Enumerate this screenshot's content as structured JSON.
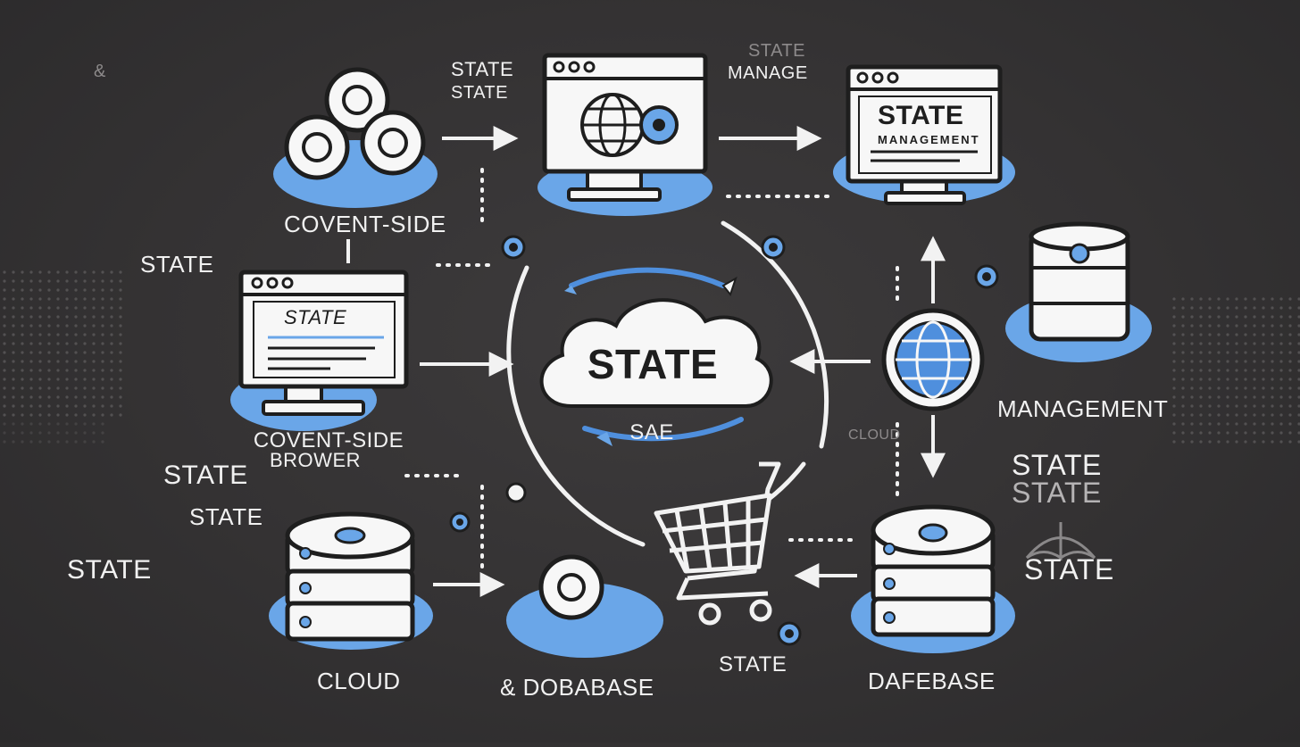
{
  "colors": {
    "background": "#343233",
    "accent_blue": "#6aa6e8",
    "ring_blue": "#5b9be0",
    "icon_outline": "#1e1e1e",
    "icon_fill": "#f4f4f4",
    "line": "#f2f2f2"
  },
  "labels": {
    "top_left_faint": "&",
    "client_side_top": "COVENT-SIDE",
    "state_arrow_line1": "STATE",
    "state_arrow_line2": "STATE",
    "state_manage_faint": "STATE",
    "manage": "MANAGE",
    "left_state": "STATE",
    "client_side_browser_line1": "COVENT-SIDE",
    "client_side_browser_line2": "BROWER",
    "left_state_2": "STATE",
    "left_state_3": "STATE",
    "left_state_4": "STATE",
    "cloud": "CLOUD",
    "database_bottom": "& DOBABASE",
    "state_bottom": "STATE",
    "database_right": "DAFEBASE",
    "management": "MANAGEMENT",
    "right_state_1": "STATE",
    "right_state_2": "STATE",
    "right_state_3": "STATE",
    "cloud_faint": "CLOUD"
  },
  "center": {
    "title": "STATE",
    "subtitle": "SAE"
  },
  "browser_top_right": {
    "title": "STATE",
    "subtitle": "MANAGEMENT"
  },
  "browser_left": {
    "title": "STATE"
  },
  "icons": {
    "cluster": "node-cluster-icon",
    "browser_globe": "browser-globe-icon",
    "browser_doc": "browser-document-icon",
    "browser_left": "browser-document-icon",
    "database_right": "database-icon",
    "globe_right": "globe-icon",
    "server_bottom_left": "server-stack-icon",
    "node_bottom": "node-icon",
    "cart": "shopping-cart-icon",
    "server_bottom_right": "server-stack-icon",
    "umbrella": "umbrella-icon"
  }
}
